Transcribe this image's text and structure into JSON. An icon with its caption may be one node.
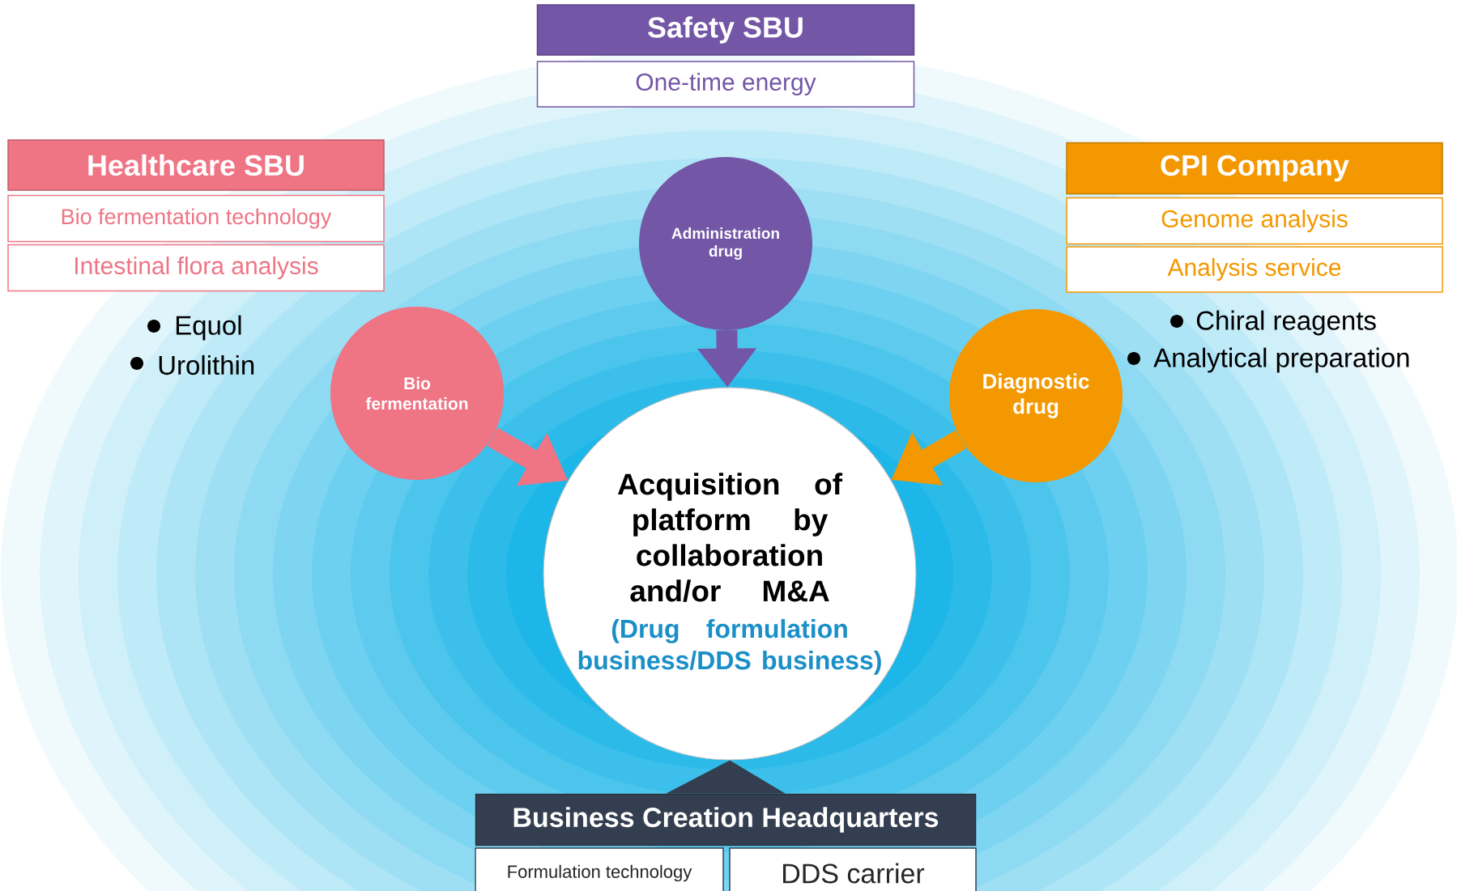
{
  "diagram": {
    "nodes": [
      {
        "text": [
          "Safety SBU"
        ]
      },
      {
        "text": [
          "One-time energy"
        ]
      },
      {
        "text": [
          "Healthcare SBU"
        ]
      },
      {
        "text": [
          "Bio fermentation technology"
        ]
      },
      {
        "text": [
          "Intestinal flora analysis"
        ]
      },
      {
        "text": [
          "CPI Company"
        ]
      },
      {
        "text": [
          "Genome analysis"
        ]
      },
      {
        "text": [
          "Analysis service"
        ]
      },
      {
        "text": [
          "Administration drug"
        ]
      },
      {
        "text": [
          "Bio fermentation"
        ]
      },
      {
        "text": [
          "Diagnostic drug"
        ]
      },
      {
        "text": [
          "Acquisition of platform by collaboration and/or M&A",
          "(Drug formulation business/DDS business)"
        ]
      },
      {
        "text": [
          "Business Creation Headquarters"
        ]
      },
      {
        "text": [
          "Formulation technology"
        ]
      },
      {
        "text": [
          "DDS carrier"
        ]
      }
    ],
    "edges": [
      {
        "from": 8,
        "to": 11,
        "arrow": "to",
        "color": "#7356a6"
      },
      {
        "from": 9,
        "to": 11,
        "arrow": "to",
        "color": "#ef7484"
      },
      {
        "from": 10,
        "to": 11,
        "arrow": "to",
        "color": "#f39800"
      },
      {
        "from": 12,
        "to": 11,
        "arrow": "to",
        "color": "#333f50"
      }
    ],
    "labels": [
      "Equol",
      "Urolithin",
      "Chiral reagents",
      "Analytical preparation"
    ]
  }
}
